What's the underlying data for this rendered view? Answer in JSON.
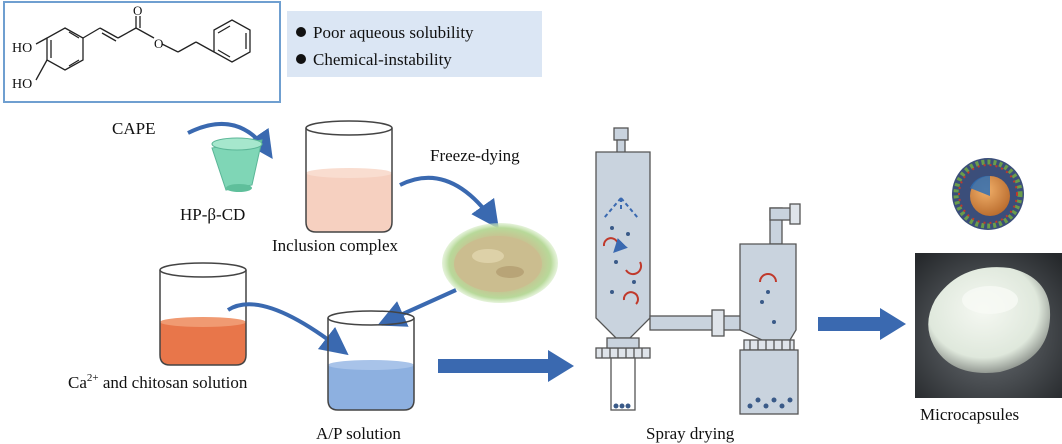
{
  "molecule": {
    "ho_top": "HO",
    "ho_bottom": "HO",
    "o_carbonyl": "O",
    "o_ester": "O"
  },
  "properties": {
    "items": [
      "Poor aqueous solubility",
      "Chemical-instability"
    ]
  },
  "labels": {
    "cape": "CAPE",
    "hp_cd": "HP-β-CD",
    "inclusion_complex": "Inclusion complex",
    "freeze_drying": "Freeze-dying",
    "ca_prefix": "Ca",
    "ca_sup": "2+",
    "ca_suffix": " and chitosan solution",
    "ap_solution": "A/P solution",
    "spray_drying": "Spray drying",
    "microcapsules": "Microcapsules"
  },
  "colors": {
    "molecule_box_border": "#6f9fd0",
    "property_box_fill": "#dbe6f4",
    "arrow_blue": "#3a69b0",
    "inclusion_liquid": "#f6d0c0",
    "cacl_liquid": "#e8764a",
    "ap_liquid": "#8db0e0",
    "dryer_fill": "#c9d3de",
    "cyclone_swirl": "#c0392b",
    "powder_tan": "#c9b48a",
    "powder_glow": "#a8e59a",
    "cd_green": "#7fd6b6"
  }
}
